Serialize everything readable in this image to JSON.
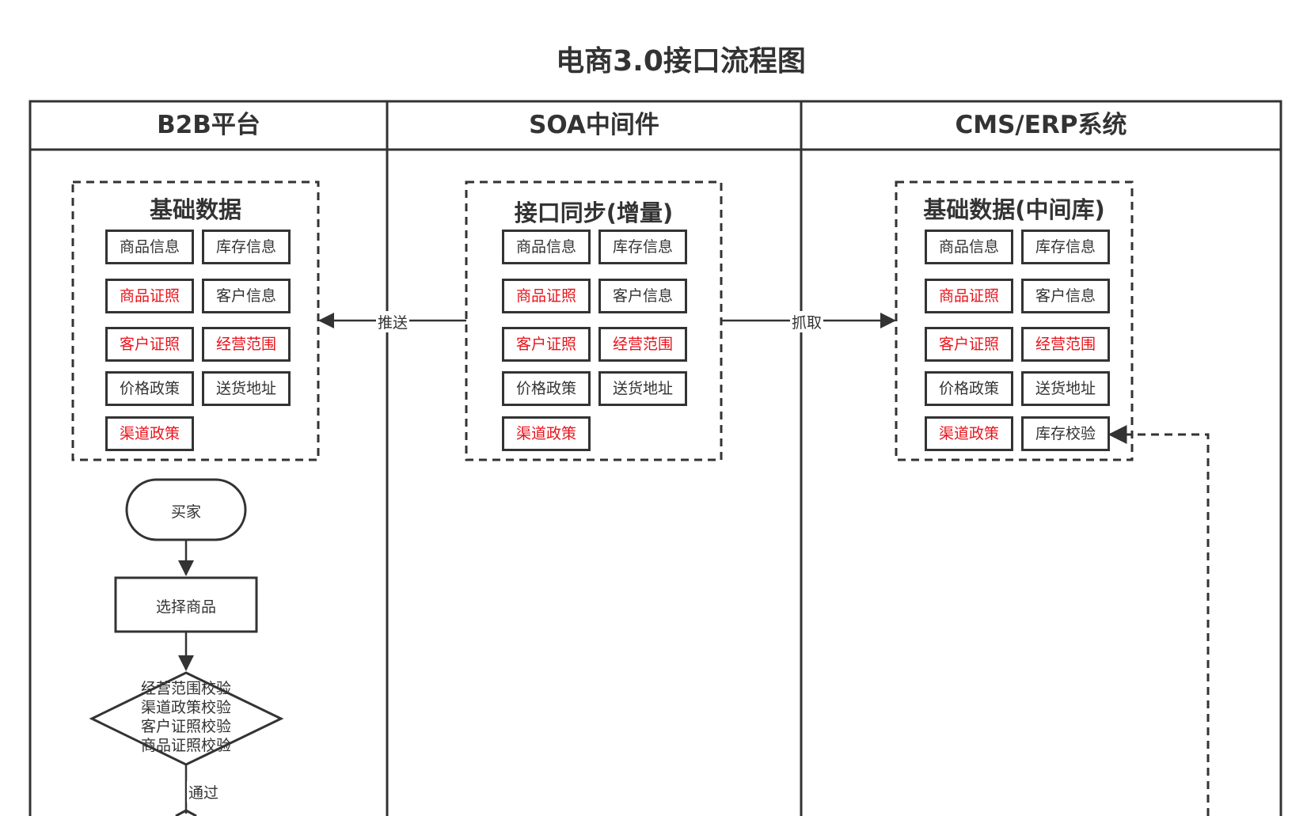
{
  "title": "电商3.0接口流程图",
  "lanes": [
    {
      "title": "B2B平台"
    },
    {
      "title": "SOA中间件"
    },
    {
      "title": "CMS/ERP系统"
    }
  ],
  "groups": [
    {
      "title": "基础数据",
      "items": [
        {
          "label": "商品信息",
          "color": "#333333"
        },
        {
          "label": "库存信息",
          "color": "#333333"
        },
        {
          "label": "商品证照",
          "color": "#e8141c"
        },
        {
          "label": "客户信息",
          "color": "#333333"
        },
        {
          "label": "客户证照",
          "color": "#e8141c"
        },
        {
          "label": "经营范围",
          "color": "#e8141c"
        },
        {
          "label": "价格政策",
          "color": "#333333"
        },
        {
          "label": "送货地址",
          "color": "#333333"
        },
        {
          "label": "渠道政策",
          "color": "#e8141c"
        }
      ]
    },
    {
      "title": "接口同步(增量)",
      "items": [
        {
          "label": "商品信息",
          "color": "#333333"
        },
        {
          "label": "库存信息",
          "color": "#333333"
        },
        {
          "label": "商品证照",
          "color": "#e8141c"
        },
        {
          "label": "客户信息",
          "color": "#333333"
        },
        {
          "label": "客户证照",
          "color": "#e8141c"
        },
        {
          "label": "经营范围",
          "color": "#e8141c"
        },
        {
          "label": "价格政策",
          "color": "#333333"
        },
        {
          "label": "送货地址",
          "color": "#333333"
        },
        {
          "label": "渠道政策",
          "color": "#e8141c"
        }
      ]
    },
    {
      "title": "基础数据(中间库)",
      "items": [
        {
          "label": "商品信息",
          "color": "#333333"
        },
        {
          "label": "库存信息",
          "color": "#333333"
        },
        {
          "label": "商品证照",
          "color": "#e8141c"
        },
        {
          "label": "客户信息",
          "color": "#333333"
        },
        {
          "label": "客户证照",
          "color": "#e8141c"
        },
        {
          "label": "经营范围",
          "color": "#e8141c"
        },
        {
          "label": "价格政策",
          "color": "#333333"
        },
        {
          "label": "送货地址",
          "color": "#333333"
        },
        {
          "label": "渠道政策",
          "color": "#e8141c"
        },
        {
          "label": "库存校验",
          "color": "#333333"
        }
      ]
    }
  ],
  "edges": {
    "push_label": "推送",
    "fetch_label": "抓取",
    "pass_label": "通过"
  },
  "flow": {
    "buyer": "买家",
    "select_goods": "选择商品",
    "checks": [
      "经营范围校验",
      "渠道政策校验",
      "客户证照校验",
      "商品证照校验"
    ]
  },
  "colors": {
    "stroke": "#333333",
    "highlight": "#e8141c",
    "background": "#ffffff"
  }
}
